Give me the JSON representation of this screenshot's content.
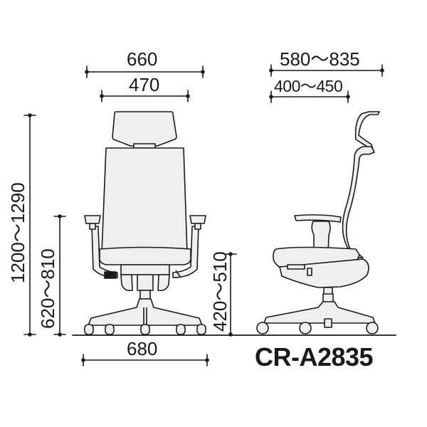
{
  "diagram": {
    "model_name": "CR-A2835",
    "colors": {
      "line": "#1a1a1a",
      "fill": "#efefef",
      "background": "#ffffff"
    },
    "front_view": {
      "overall_width": "660",
      "back_width": "470",
      "base_width": "680",
      "overall_height": "1200～1290",
      "armrest_height": "620～810"
    },
    "side_view": {
      "overall_depth": "580～835",
      "seat_depth": "400～450",
      "seat_height": "420～510"
    }
  }
}
